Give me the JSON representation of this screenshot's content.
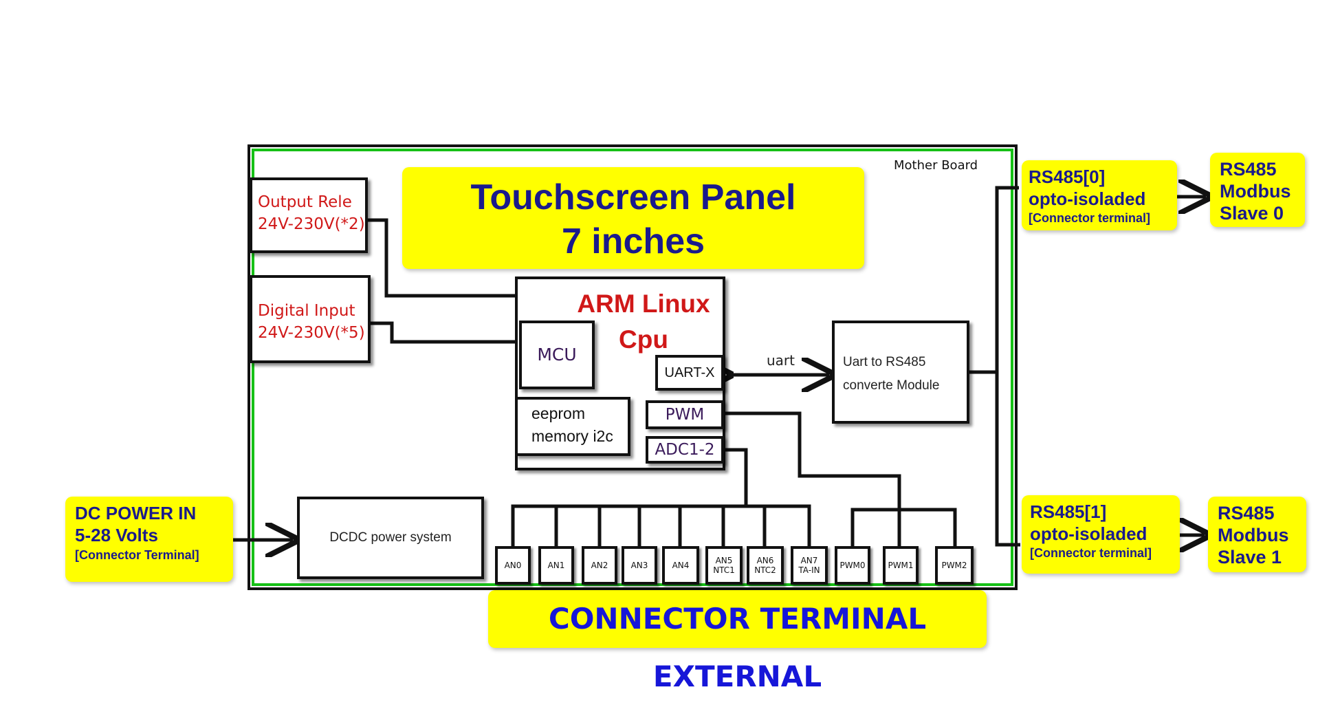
{
  "board_label": "Mother Board",
  "title": {
    "line1": "Touchscreen Panel",
    "line2": "7 inches"
  },
  "output_relay": {
    "line1": "Output Rele",
    "line2": "24V-230V(*2)"
  },
  "digital_input": {
    "line1": "Digital Input",
    "line2": "24V-230V(*5)"
  },
  "cpu": {
    "line1": "ARM Linux",
    "line2": "Cpu"
  },
  "mcu": "MCU",
  "uart_x": "UART-X",
  "eeprom": {
    "line1": "eeprom",
    "line2": "memory i2c"
  },
  "pwm": "PWM",
  "adc": "ADC1-2",
  "uart_label": "uart",
  "rs485_module": {
    "line1": "Uart to RS485",
    "line2": "converte Module"
  },
  "dcdc": "DCDC power system",
  "dc_power": {
    "line1": "DC POWER IN",
    "line2": "5-28 Volts",
    "line3": "[Connector Terminal]"
  },
  "rs485_0": {
    "line1": "RS485[0]",
    "line2": "opto-isoladed",
    "line3": "[Connector terminal]"
  },
  "rs485_1": {
    "line1": "RS485[1]",
    "line2": "opto-isoladed",
    "line3": "[Connector terminal]"
  },
  "slave0": {
    "line1": "RS485",
    "line2": "Modbus",
    "line3": "Slave 0"
  },
  "slave1": {
    "line1": "RS485",
    "line2": "Modbus",
    "line3": "Slave 1"
  },
  "connectors": [
    {
      "id": "an0",
      "l1": "AN0",
      "l2": ""
    },
    {
      "id": "an1",
      "l1": "AN1",
      "l2": ""
    },
    {
      "id": "an2",
      "l1": "AN2",
      "l2": ""
    },
    {
      "id": "an3",
      "l1": "AN3",
      "l2": ""
    },
    {
      "id": "an4",
      "l1": "AN4",
      "l2": ""
    },
    {
      "id": "an5",
      "l1": "AN5",
      "l2": "NTC1"
    },
    {
      "id": "an6",
      "l1": "AN6",
      "l2": "NTC2"
    },
    {
      "id": "an7",
      "l1": "AN7",
      "l2": "TA-IN"
    },
    {
      "id": "pwm0",
      "l1": "PWM0",
      "l2": ""
    },
    {
      "id": "pwm1",
      "l1": "PWM1",
      "l2": ""
    },
    {
      "id": "pwm2",
      "l1": "PWM2",
      "l2": ""
    }
  ],
  "external_connector": "CONNECTOR TERMINAL EXTERNAL"
}
